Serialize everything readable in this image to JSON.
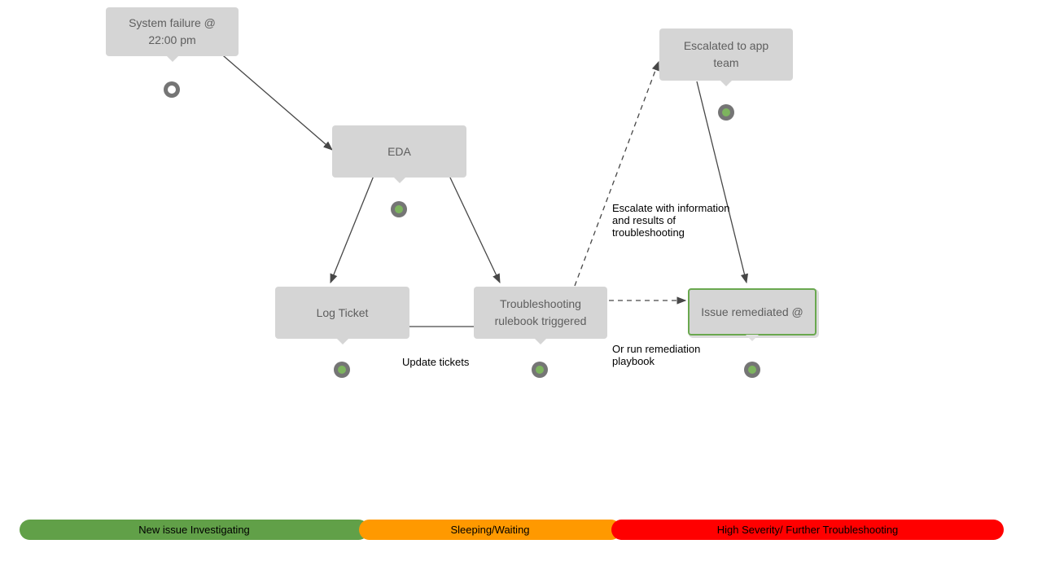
{
  "diagram": {
    "nodes": [
      {
        "id": "system-failure",
        "label": "System failure @\n22:00 pm"
      },
      {
        "id": "eda",
        "label": "EDA"
      },
      {
        "id": "log-ticket",
        "label": "Log Ticket"
      },
      {
        "id": "troubleshooting",
        "label": "Troubleshooting\nrulebook triggered"
      },
      {
        "id": "escalated",
        "label": "Escalated to app\nteam"
      },
      {
        "id": "issue-remediated",
        "label": "Issue remediated @"
      }
    ],
    "edge_labels": {
      "update_tickets": "Update tickets",
      "escalate_info": "Escalate with information\nand results of\ntroubleshooting",
      "run_remediation": "Or run remediation\nplaybook"
    },
    "colors": {
      "node_fill": "#d5d5d5",
      "node_text": "#5e5e5e",
      "edge_line": "#474747",
      "remediated_border": "#6aa84f",
      "port_ring": "#757575",
      "port_new": "#ffffff",
      "port_active": "#7db45e"
    }
  },
  "legend": {
    "segments": [
      {
        "label": "New issue Investigating",
        "color": "#61a048"
      },
      {
        "label": "Sleeping/Waiting",
        "color": "#ff9900"
      },
      {
        "label": "High Severity/ Further Troubleshooting",
        "color": "#ff0000"
      }
    ]
  }
}
